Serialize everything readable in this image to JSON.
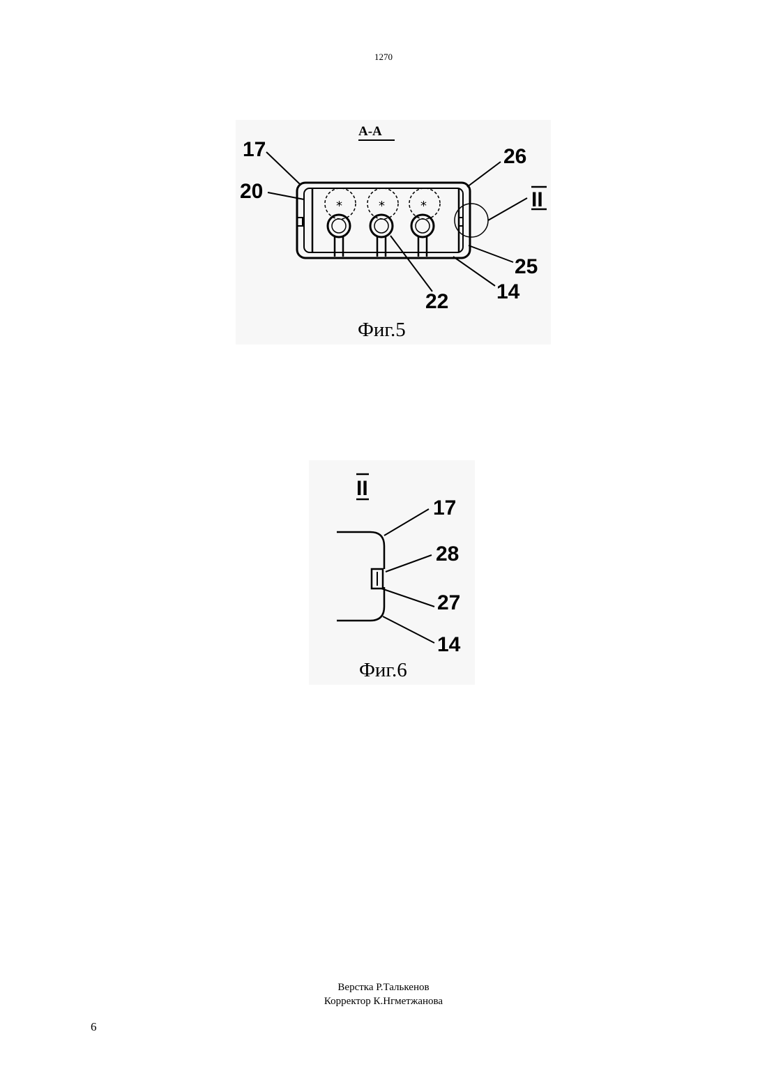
{
  "header": {
    "doc_number": "1270"
  },
  "figure5": {
    "section_label": "А-А",
    "labels": {
      "l17": "17",
      "l20": "20",
      "l26": "26",
      "lII": "II",
      "l25": "25",
      "l14": "14",
      "l22": "22"
    },
    "caption": "Фиг.5"
  },
  "figure6": {
    "detail_label": "II",
    "labels": {
      "l17": "17",
      "l28": "28",
      "l27": "27",
      "l14": "14"
    },
    "caption": "Фиг.6"
  },
  "footer": {
    "layout_credit": "Верстка Р.Талькенов",
    "corrector_credit": "Корректор К.Нгметжанова"
  },
  "page_number": "6"
}
